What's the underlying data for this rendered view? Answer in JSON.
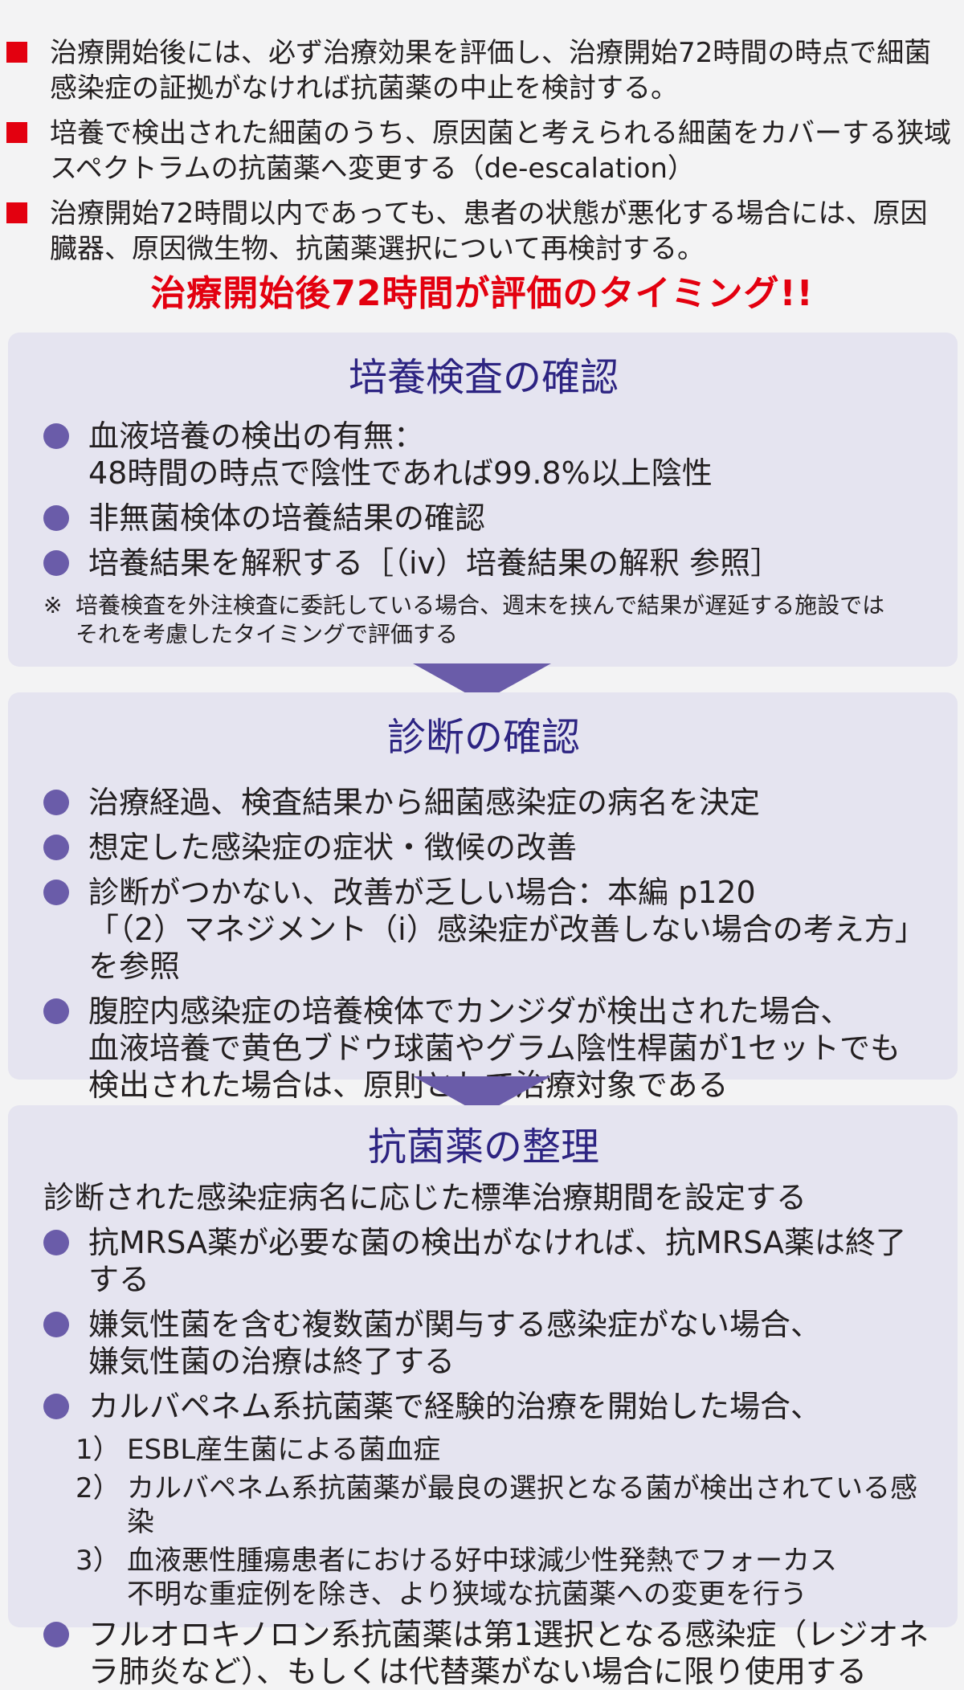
{
  "intro": [
    [
      "治療開始後には、必ず治療効果を評価し、治療開始72時間の時点で細菌",
      "感染症の証拠がなければ抗菌薬の中止を検討する。"
    ],
    [
      "培養で検出された細菌のうち、原因菌と考えられる細菌をカバーする狭域",
      "スペクトラムの抗菌薬へ変更する（de-escalation）"
    ],
    [
      "治療開始72時間以内であっても、患者の状態が悪化する場合には、原因",
      "臓器、原因微生物、抗菌薬選択について再検討する。"
    ]
  ],
  "headline": "治療開始後72時間が評価のタイミング!!",
  "box1": {
    "title": "培養検査の確認",
    "items": [
      [
        "血液培養の検出の有無：",
        "48時間の時点で陰性であれば99.8%以上陰性"
      ],
      [
        "非無菌検体の培養結果の確認"
      ],
      [
        "培養結果を解釈する［（iv）培養結果の解釈 参照］"
      ]
    ],
    "note_mark": "※",
    "note": [
      "培養検査を外注検査に委託している場合、週末を挟んで結果が遅延する施設では",
      "それを考慮したタイミングで評価する"
    ]
  },
  "box2": {
    "title": "診断の確認",
    "items": [
      [
        "治療経過、検査結果から細菌感染症の病名を決定"
      ],
      [
        "想定した感染症の症状・徴候の改善"
      ],
      [
        "診断がつかない、改善が乏しい場合：本編 p120",
        "「（2）マネジメント（i）感染症が改善しない場合の考え方」を参照"
      ],
      [
        "腹腔内感染症の培養検体でカンジダが検出された場合、",
        "血液培養で黄色ブドウ球菌やグラム陰性桿菌が1セットでも",
        "検出された場合は、原則として治療対象である"
      ]
    ]
  },
  "box3": {
    "title": "抗菌薬の整理",
    "lead": "診断された感染症病名に応じた標準治療期間を設定する",
    "items": [
      [
        "抗MRSA薬が必要な菌の検出がなければ、抗MRSA薬は終了する"
      ],
      [
        "嫌気性菌を含む複数菌が関与する感染症がない場合、",
        "嫌気性菌の治療は終了する"
      ],
      [
        "カルバペネム系抗菌薬で経験的治療を開始した場合、"
      ]
    ],
    "subs": [
      {
        "num": "1）",
        "lines": [
          "ESBL産生菌による菌血症"
        ]
      },
      {
        "num": "2）",
        "lines": [
          "カルバペネム系抗菌薬が最良の選択となる菌が検出されている感染"
        ]
      },
      {
        "num": "3）",
        "lines": [
          "血液悪性腫瘍患者における好中球減少性発熱でフォーカス",
          "不明な重症例を除き、より狭域な抗菌薬への変更を行う"
        ]
      }
    ],
    "last_item": [
      "フルオロキノロン系抗菌薬は第1選択となる感染症（レジオネ",
      "ラ肺炎など）、もしくは代替薬がない場合に限り使用する"
    ]
  }
}
